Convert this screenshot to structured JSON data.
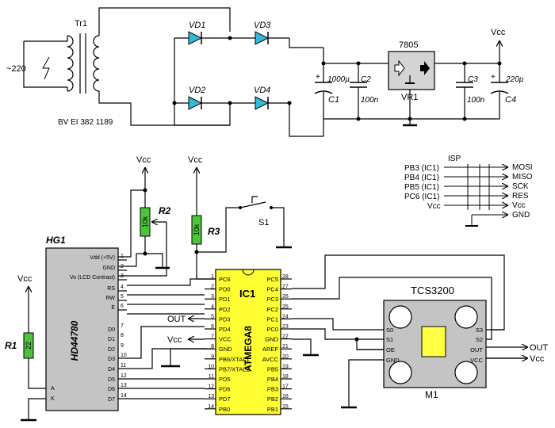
{
  "colors": {
    "wire": "#000000",
    "lcd_fill": "#c4c4c4",
    "mcu_fill": "#ffff33",
    "diode_fill": "#33bbd6",
    "resistor_fill": "#4cc43a",
    "regulator_fill": "#d4d4d4",
    "module_fill": "#c4c4c4",
    "sensor_fill": "#ffff44"
  },
  "power": {
    "transformer_ref": "Tr1",
    "transformer_part": "BV EI 382 1189",
    "mains": "~220",
    "diodes": [
      "VD1",
      "VD2",
      "VD3",
      "VD4"
    ],
    "c1": {
      "ref": "C1",
      "value": "1000µ"
    },
    "c2": {
      "ref": "C2",
      "value": "100n"
    },
    "c3": {
      "ref": "C3",
      "value": "100n"
    },
    "c4": {
      "ref": "C4",
      "value": "220µ"
    },
    "regulator_type": "7805",
    "regulator_ref": "VR1",
    "vcc": "Vcc",
    "plus": "+"
  },
  "isp": {
    "title": "ISP",
    "left": [
      "PB3 (IC1)",
      "PB4 (IC1)",
      "PB5 (IC1)",
      "PC6 (IC1)",
      "Vcc"
    ],
    "right": [
      "MOSI",
      "MISO",
      "SCK",
      "RES",
      "Vcc",
      "GND"
    ]
  },
  "lcd": {
    "ref": "HG1",
    "model": "HD44780",
    "pins_top": [
      "Vdd (+5V)",
      "GND",
      "Vo (LCD Contrast)",
      "RS",
      "RW",
      "E"
    ],
    "pins_top_num": [
      "1",
      "2",
      "3",
      "4",
      "5",
      "6"
    ],
    "pins_data": [
      "D0",
      "D1",
      "D2",
      "D3",
      "D4",
      "D5",
      "D6",
      "D7"
    ],
    "pins_data_num": [
      "7",
      "8",
      "9",
      "10",
      "11",
      "12",
      "13",
      "14"
    ],
    "pins_bl": [
      "A",
      "K"
    ]
  },
  "r1": {
    "ref": "R1",
    "value": "22"
  },
  "r2": {
    "ref": "R2",
    "value": "10k"
  },
  "r3": {
    "ref": "R3",
    "value": "10k"
  },
  "vcc_label": "Vcc",
  "switch_ref": "S1",
  "out_label": "OUT",
  "mcu": {
    "ref": "IC1",
    "model": "ATMEGA8",
    "left": [
      "PC6",
      "PD0",
      "PD1",
      "PD2",
      "PD3",
      "PD4",
      "VCC",
      "GND",
      "PB6/XTAL1",
      "PB7/XTAL2",
      "PD5",
      "PD6",
      "PD7",
      "PB0"
    ],
    "left_num": [
      "1",
      "2",
      "3",
      "4",
      "5",
      "6",
      "7",
      "8",
      "9",
      "10",
      "11",
      "12",
      "13",
      "14"
    ],
    "right": [
      "PC5",
      "PC4",
      "PC3",
      "PC2",
      "PC1",
      "PC0",
      "GND",
      "AREF",
      "AVCC",
      "PB5",
      "PB4",
      "PB3",
      "PB2",
      "PB1"
    ],
    "right_num": [
      "28",
      "27",
      "26",
      "25",
      "24",
      "23",
      "22",
      "21",
      "20",
      "19",
      "18",
      "17",
      "16",
      "15"
    ]
  },
  "sensor": {
    "title": "TCS3200",
    "ref": "M1",
    "pins_left": [
      "S0",
      "S1",
      "OE",
      "GND"
    ],
    "pins_right": [
      "S3",
      "S2",
      "OUT",
      "VCC"
    ],
    "out_label": "OUT",
    "vcc_label": "Vcc"
  }
}
